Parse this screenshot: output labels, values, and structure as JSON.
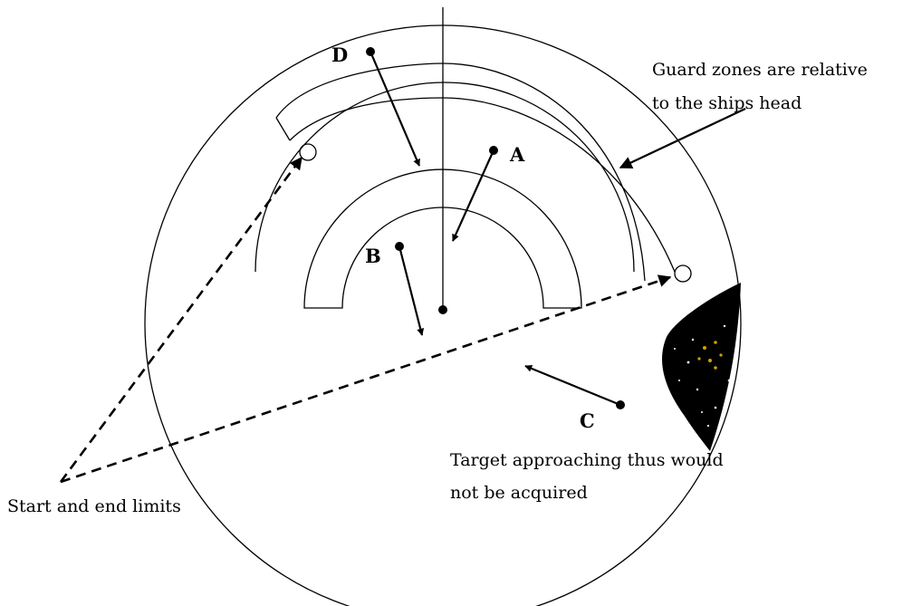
{
  "annotations": {
    "guard_zone_note_line1": "Guard zones are relative",
    "guard_zone_note_line2": "to the ships head",
    "not_acquired_line1": "Target approaching thus would",
    "not_acquired_line2": "not be acquired",
    "limits_note": "Start and end limits"
  },
  "targets": {
    "a": "A",
    "b": "B",
    "c": "C",
    "d": "D"
  },
  "colors": {
    "line": "#000000",
    "background": "#ffffff",
    "clutter": "#000000",
    "clutter_speckle": "#d4a000"
  }
}
